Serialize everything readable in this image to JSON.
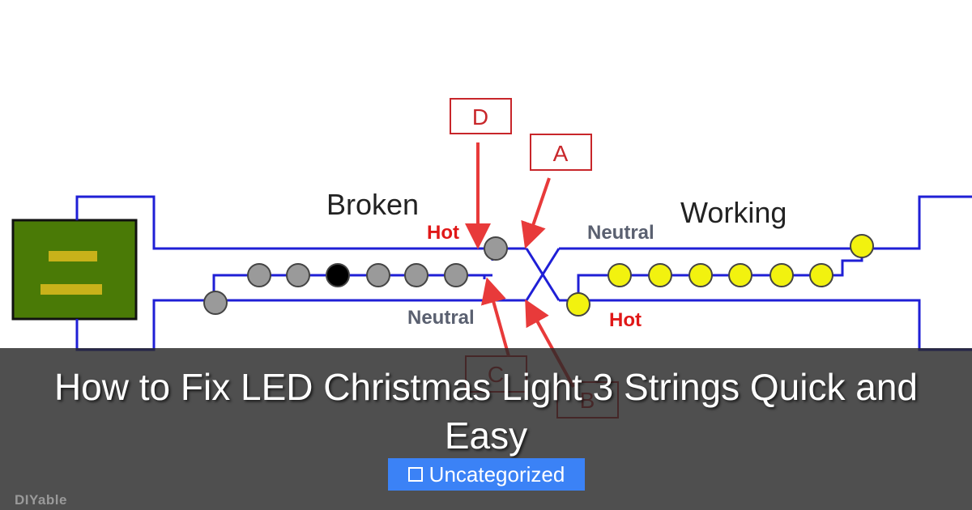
{
  "diagram": {
    "label_broken": "Broken",
    "label_working": "Working",
    "label_hot_left": "Hot",
    "label_neutral_left": "Neutral",
    "label_neutral_right": "Neutral",
    "label_hot_right": "Hot",
    "callout_d": "D",
    "callout_a": "A",
    "callout_c": "C",
    "callout_b": "B",
    "colors": {
      "wire": "#1f1fd6",
      "arrow": "#e83a3a",
      "bulb_off": "#9a9a9a",
      "bulb_dead": "#000000",
      "bulb_on": "#f2f20f",
      "outlet_fill": "#4a7a06",
      "outlet_slot": "#c8b21a"
    }
  },
  "title": "How to Fix LED Christmas Light 3 Strings Quick and Easy",
  "category": {
    "icon": "folder-icon",
    "label": "Uncategorized"
  },
  "watermark": "DIYable"
}
